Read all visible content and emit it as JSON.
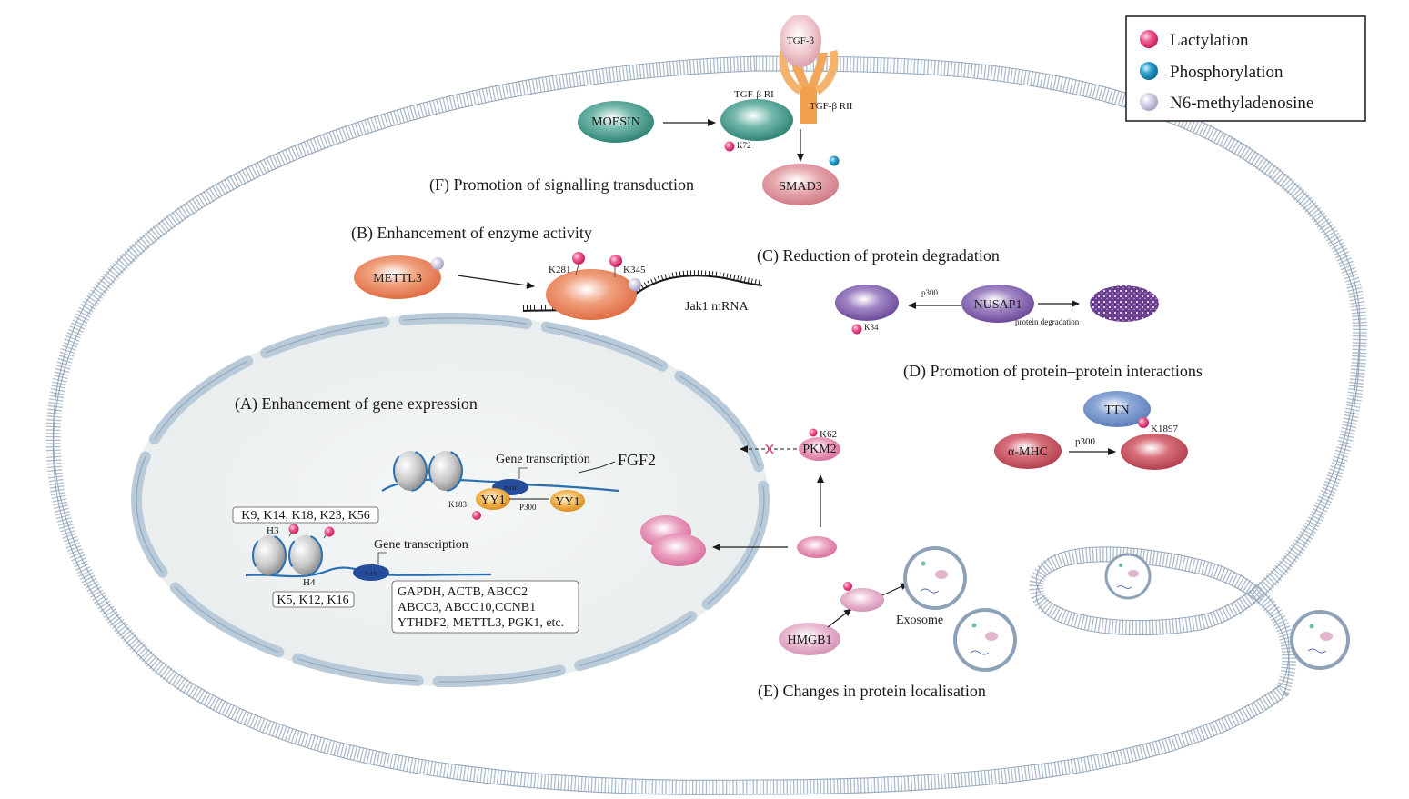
{
  "legend": {
    "lactylation": "Lactylation",
    "phosphorylation": "Phosphorylation",
    "m6a": "N6-methyladenosine"
  },
  "colors": {
    "lactylation": "#e2457f",
    "phosphorylation": "#1f8fbf",
    "m6a": "#c8c4dc",
    "membrane": "#9fb3c7",
    "nucleus_fill": "#eef1f1"
  },
  "section_f": {
    "title": "(F) Promotion of signalling transduction",
    "tgfb": "TGF-β",
    "tgfb_r1": "TGF-β RI",
    "tgfb_r2": "TGF-β RII",
    "moesin": "MOESIN",
    "k72": "K72",
    "smad3": "SMAD3"
  },
  "section_b": {
    "title": "(B) Enhancement of enzyme activity",
    "mettl3": "METTL3",
    "k281": "K281",
    "k345": "K345",
    "mrna": "Jak1 mRNA"
  },
  "section_c": {
    "title": "(C) Reduction of protein degradation",
    "p300": "p300",
    "nusap1": "NUSAP1",
    "k34": "K34",
    "degradation": "protein degradation"
  },
  "section_d": {
    "title": "(D) Promotion of protein–protein interactions",
    "ttn": "TTN",
    "k1897": "K1897",
    "amhc": "α-MHC",
    "p300": "p300"
  },
  "section_a": {
    "title": "(A)  Enhancement of gene expression",
    "gene_transcription_1": "Gene transcription",
    "fgf2": "FGF2",
    "yy1_a": "YY1",
    "yy1_b": "YY1",
    "pol2_a": "Pol II",
    "pol2_b": "Pol II",
    "k183": "K183",
    "p300": "P300",
    "h3_sites": "K9, K14, K18, K23, K56",
    "h3": "H3",
    "h4": "H4",
    "h4_sites": "K5, K12, K16",
    "gene_transcription_2": "Gene transcription",
    "genes_line1": "GAPDH, ACTB, ABCC2",
    "genes_line2": "ABCC3, ABCC10,CCNB1",
    "genes_line3": "YTHDF2, METTL3, PGK1, etc."
  },
  "section_e": {
    "title": "(E) Changes in protein localisation",
    "pkm2": "PKM2",
    "k62": "K62",
    "hmgb1": "HMGB1",
    "exosome": "Exosome"
  }
}
